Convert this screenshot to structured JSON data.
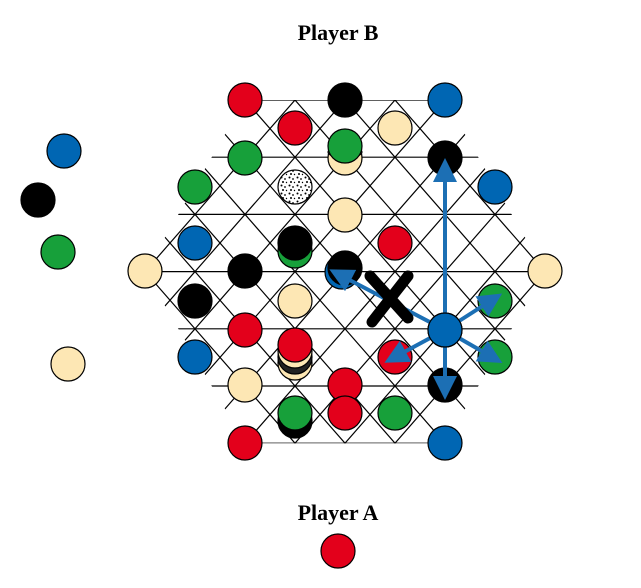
{
  "labels": {
    "top_player": "Player B",
    "bottom_player": "Player A"
  },
  "colors": {
    "red": "#e3001b",
    "black": "#000000",
    "blue": "#0066b3",
    "green": "#17a03a",
    "cream": "#fde7b4",
    "grid": "#000000",
    "arrow": "#1c6fb4"
  },
  "board": {
    "shape": "hexagonal triangular grid",
    "pieces": [
      {
        "row": 0,
        "col": 0,
        "color": "red"
      },
      {
        "row": 0,
        "col": 2,
        "color": "black"
      },
      {
        "row": 0,
        "col": 4,
        "color": "blue"
      },
      {
        "row": 1,
        "col": 1,
        "color": "red"
      },
      {
        "row": 1,
        "col": 2,
        "color": "green",
        "stack": "cream-stacked"
      },
      {
        "row": 1,
        "col": 3,
        "color": "cream"
      },
      {
        "row": 2,
        "col": 0,
        "color": "green"
      },
      {
        "row": 2,
        "col": 4,
        "color": "black"
      },
      {
        "row": 3,
        "col": 0,
        "color": "green"
      },
      {
        "row": 3,
        "col": 1,
        "color": "speckled"
      },
      {
        "row": 3,
        "col": 4,
        "color": "blue"
      },
      {
        "row": 4,
        "col": 2,
        "color": "cream"
      },
      {
        "row": 5,
        "col": 0,
        "color": "blue"
      },
      {
        "row": 5,
        "col": 1,
        "color": "black",
        "stack": "green-stacked"
      },
      {
        "row": 5,
        "col": 3,
        "color": "red"
      },
      {
        "row": 6,
        "col": 0,
        "color": "cream"
      },
      {
        "row": 6,
        "col": 1,
        "color": "black"
      },
      {
        "row": 6,
        "col": 2,
        "color": "black",
        "stack": "blue-outline"
      },
      {
        "row": 6,
        "col": 5,
        "color": "cream"
      },
      {
        "row": 7,
        "col": 0,
        "color": "black"
      },
      {
        "row": 7,
        "col": 1,
        "color": "cream"
      },
      {
        "row": 7,
        "col": 4,
        "color": "green"
      },
      {
        "row": 8,
        "col": 0,
        "color": "red"
      },
      {
        "row": 8,
        "col": 3,
        "color": "blue"
      },
      {
        "row": 9,
        "col": 0,
        "color": "blue"
      },
      {
        "row": 9,
        "col": 1,
        "color": "red",
        "stack": "tall-cream"
      },
      {
        "row": 9,
        "col": 3,
        "color": "red"
      },
      {
        "row": 9,
        "col": 4,
        "color": "green"
      },
      {
        "row": 10,
        "col": 0,
        "color": "cream"
      },
      {
        "row": 10,
        "col": 2,
        "color": "red"
      },
      {
        "row": 10,
        "col": 3,
        "color": "black"
      },
      {
        "row": 11,
        "col": 1,
        "color": "green",
        "stack": "black-under"
      },
      {
        "row": 11,
        "col": 2,
        "color": "red"
      },
      {
        "row": 11,
        "col": 3,
        "color": "green"
      },
      {
        "row": 12,
        "col": 0,
        "color": "red"
      },
      {
        "row": 12,
        "col": 2,
        "color": "blue"
      }
    ]
  },
  "captured_b": [
    "blue",
    "black",
    "green",
    "cream"
  ],
  "captured_a": [
    "red"
  ],
  "markers": {
    "removed_piece_icon": "x-mark-icon",
    "move_arrows": "move-arrows-icon"
  }
}
